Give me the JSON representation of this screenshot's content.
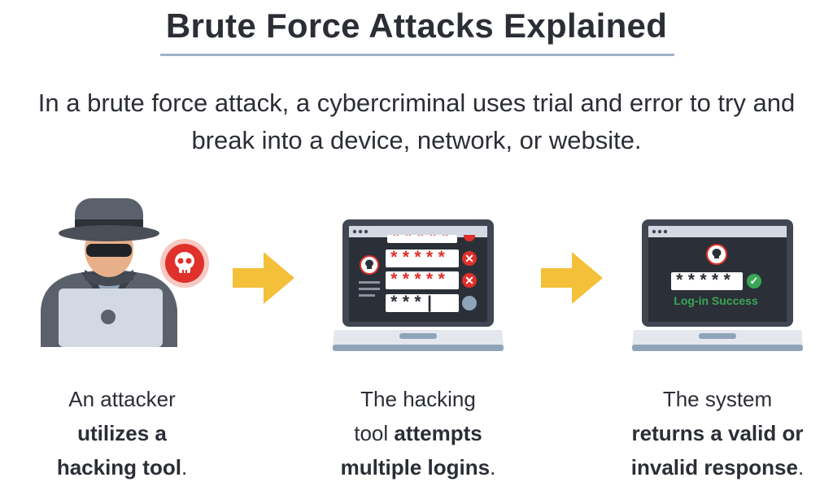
{
  "title": "Brute Force Attacks Explained",
  "intro": "In a brute force attack, a cybercriminal uses trial and error to try and break into a device, network, or website.",
  "steps": [
    {
      "caption_line1": "An attacker",
      "caption_bold_1": "utilizes a",
      "caption_bold_2": "hacking tool",
      "caption_end": "."
    },
    {
      "caption_line1": "The hacking",
      "caption_pre": "tool ",
      "caption_bold_1": "attempts",
      "caption_bold_2": "multiple logins",
      "caption_end": "."
    },
    {
      "caption_line1": "The system",
      "caption_bold_1": "returns a valid or",
      "caption_bold_2": "invalid response",
      "caption_end": ".",
      "login_success": "Log-in Success"
    }
  ],
  "password_masks": {
    "failed": "*****",
    "typing": "***|",
    "success": "*****"
  },
  "colors": {
    "title": "#2b2e35",
    "arrow": "#f4c03a",
    "danger": "#e0302b",
    "success": "#3aa655",
    "laptop": "#404652",
    "screen": "#2b3038"
  },
  "icons": [
    "hacker-icon",
    "skull-icon",
    "laptop-icon",
    "arrow-right-icon",
    "x-icon",
    "check-icon"
  ]
}
